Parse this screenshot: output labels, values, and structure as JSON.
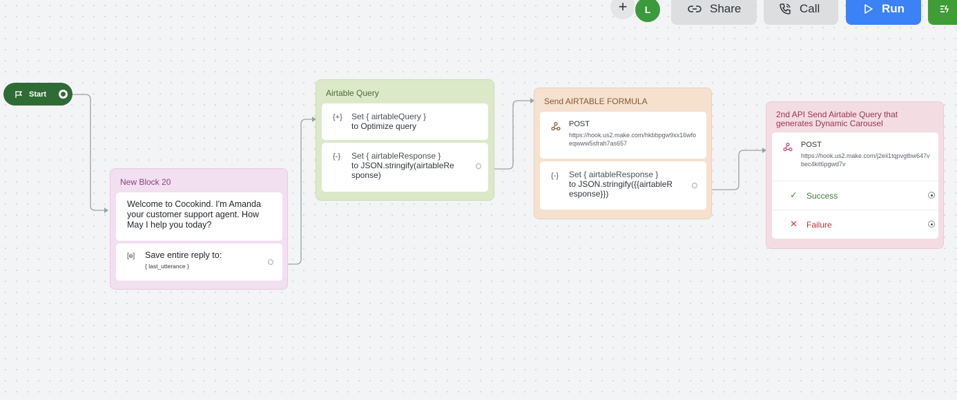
{
  "toolbar": {
    "plus": "+",
    "avatar": "L",
    "share": "Share",
    "call": "Call",
    "run": "Run"
  },
  "start": {
    "label": "Start"
  },
  "new_block": {
    "title": "New Block 20",
    "message": "Welcome to Cocokind.  I'm Amanda your customer support agent. How May I help you today?",
    "capture_label": "Save entire reply to:",
    "capture_var": "{ last_utterance }"
  },
  "airtable_query": {
    "title": "Airtable Query",
    "step1_set": "Set { airtableQuery }",
    "step1_to": "to Optimize query",
    "step2_set": "Set { airtableResponse }",
    "step2_to": "to JSON.stringify(airtableRe sponse)"
  },
  "send_formula": {
    "title": "Send AIRTABLE FORMULA",
    "method": "POST",
    "url": "https://hook.us2.make.com/hkbbpgw9xx16wfoeqwww5sfrah7as657",
    "set_label": "Set { airtableResponse }",
    "set_to": "to JSON.stringify({{airtableR esponse}})"
  },
  "second_api": {
    "title": "2nd API Send Airtable Query that generates Dynamic Carousel",
    "method": "POST",
    "url": "https://hook.us2.make.com/j2eii1tqpvgtbw647vbec4kit6pgwd7v",
    "success": "Success",
    "failure": "Failure"
  },
  "colors": {
    "start_green": "#2f6b34",
    "run_blue": "#3b82f6",
    "pink_block": "#f2dff0",
    "green_block": "#dbe9c9",
    "orange_block": "#f6e1cf",
    "red_block": "#f3dde3"
  }
}
